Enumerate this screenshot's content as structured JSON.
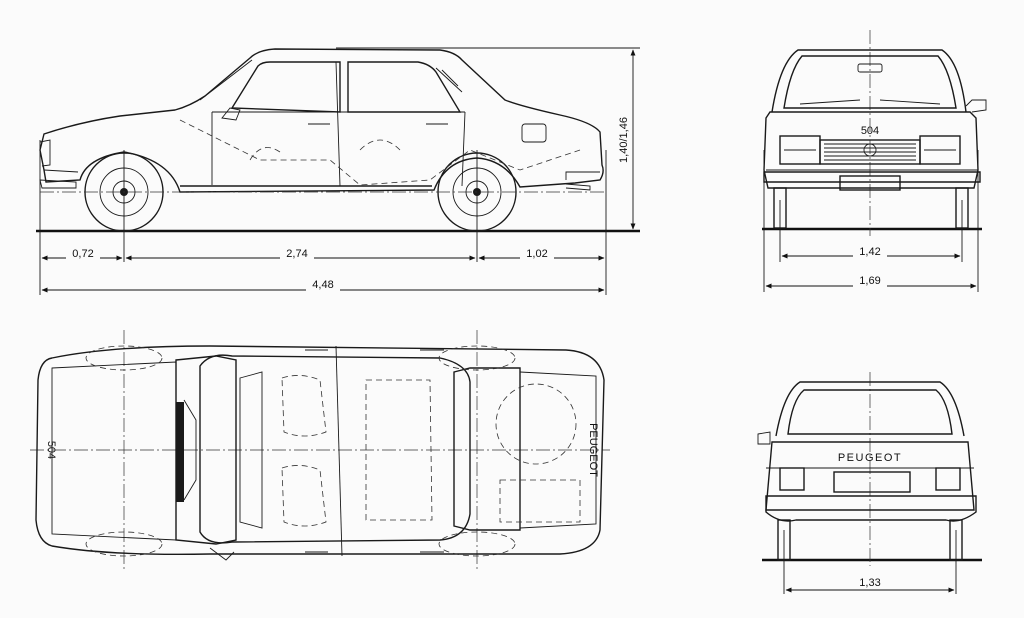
{
  "dimensions": {
    "front_overhang": "0,72",
    "wheelbase": "2,74",
    "rear_overhang": "1,02",
    "overall_length": "4,48",
    "height": "1,40/1,46",
    "front_track": "1,42",
    "overall_width": "1,69",
    "rear_track": "1,33"
  },
  "badges": {
    "rear_brand": "PEUGEOT",
    "front_model": "504",
    "top_trunk_brand": "PEUGEOT"
  },
  "colors": {
    "ink": "#1a1a1a",
    "paper": "#fbfbfb"
  }
}
